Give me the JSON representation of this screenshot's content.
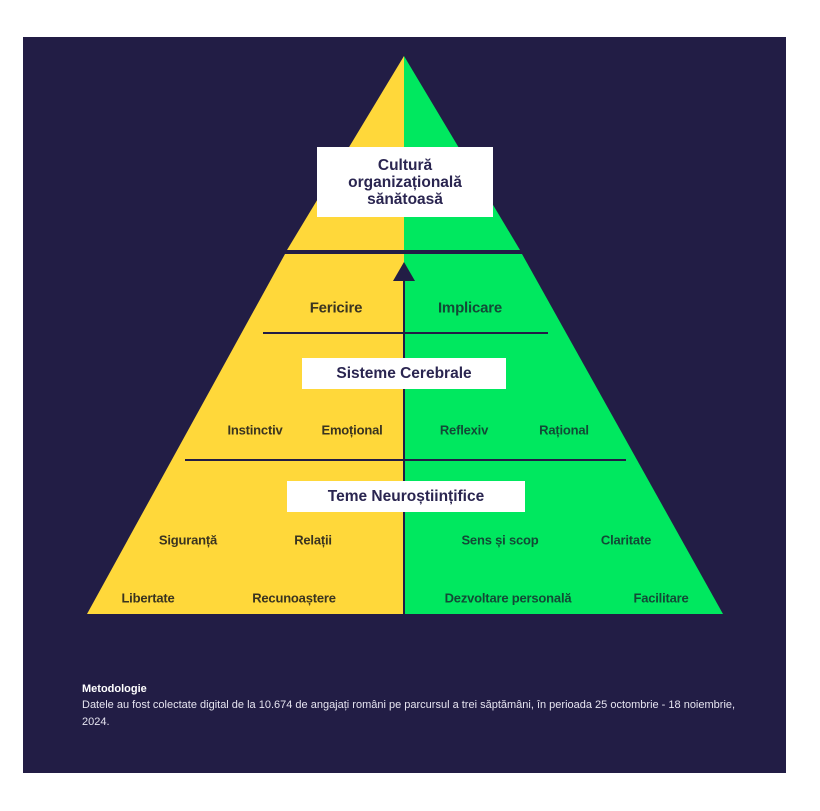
{
  "colors": {
    "background": "#221d45",
    "yellow": "#ffd83a",
    "green": "#00e85f",
    "line": "#221d45",
    "label_box": "#ffffff"
  },
  "pyramid": {
    "apex": {
      "line1": "Cultură",
      "line2": "organizațională",
      "line3": "sănătoasă"
    },
    "arrow_icon": "arrow-up-icon",
    "tier1": {
      "left": "Fericire",
      "right": "Implicare"
    },
    "tier2": {
      "title": "Sisteme Cerebrale",
      "items": [
        "Instinctiv",
        "Emoțional",
        "Reflexiv",
        "Rațional"
      ]
    },
    "tier3": {
      "title": "Teme Neuroștiințifice",
      "row1": [
        "Siguranță",
        "Relații",
        "Sens și scop",
        "Claritate"
      ],
      "row2": [
        "Libertate",
        "Recunoaștere",
        "Dezvoltare personală",
        "Facilitare"
      ]
    }
  },
  "methodology": {
    "title": "Metodologie",
    "text": "Datele au fost colectate digital de la 10.674 de angajați români pe parcursul a trei săptămâni, în perioada 25 octombrie - 18 noiembrie, 2024."
  }
}
